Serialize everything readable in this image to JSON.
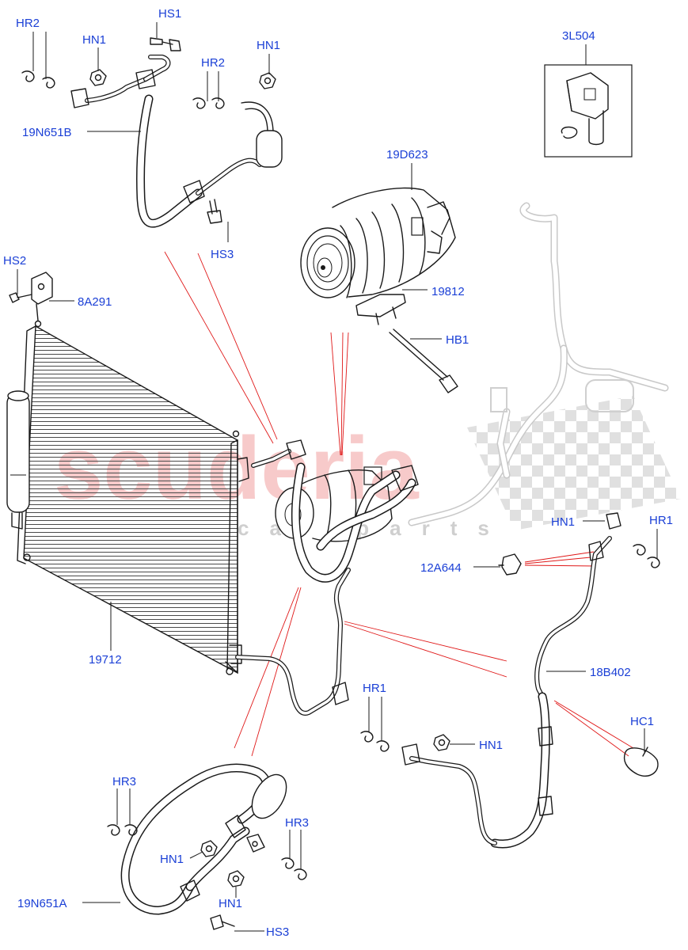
{
  "watermark": {
    "brand": "scuderia",
    "sub": "car parts"
  },
  "labels": {
    "hr2_a": "HR2",
    "hn1_a": "HN1",
    "hs1": "HS1",
    "hr2_b": "HR2",
    "hn1_b": "HN1",
    "p19n651b": "19N651B",
    "hs3_a": "HS3",
    "p3l504": "3L504",
    "p19d623": "19D623",
    "hs2": "HS2",
    "p8a291": "8A291",
    "p19812": "19812",
    "hb1": "HB1",
    "hn1_c": "HN1",
    "hr1_a": "HR1",
    "p12a644": "12A644",
    "p19712": "19712",
    "p18b402": "18B402",
    "hr1_b": "HR1",
    "hn1_d": "HN1",
    "hc1": "HC1",
    "hr3_a": "HR3",
    "hr3_b": "HR3",
    "hn1_e": "HN1",
    "hn1_f": "HN1",
    "p19n651a": "19N651A",
    "hs3_b": "HS3"
  }
}
